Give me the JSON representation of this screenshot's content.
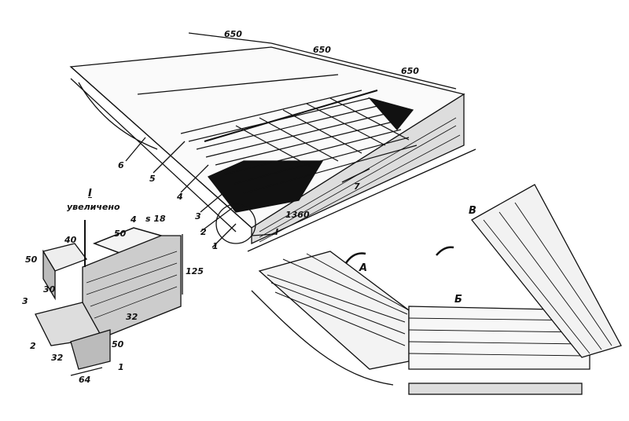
{
  "main_view": {
    "dimensions": [
      "650",
      "650",
      "650",
      "1360"
    ],
    "parts": [
      "1",
      "2",
      "3",
      "4",
      "5",
      "6",
      "7"
    ],
    "detail_marker": "I"
  },
  "detail": {
    "title": "I",
    "subtitle": "увеличено",
    "parts": [
      "1",
      "2",
      "3",
      "4"
    ],
    "dimensions": {
      "bar_width": "40",
      "bar_height": "50",
      "plate_width": "50",
      "plate_thickness": "s 18",
      "total_height": "125",
      "notch": "30",
      "rail_height": "32",
      "base_height": "50",
      "base_depth": "32",
      "base_width": "64"
    }
  },
  "folded_view": {
    "sections": [
      "А",
      "Б",
      "В"
    ]
  },
  "colors": {
    "ink": "#111111",
    "paper": "#ffffff"
  }
}
